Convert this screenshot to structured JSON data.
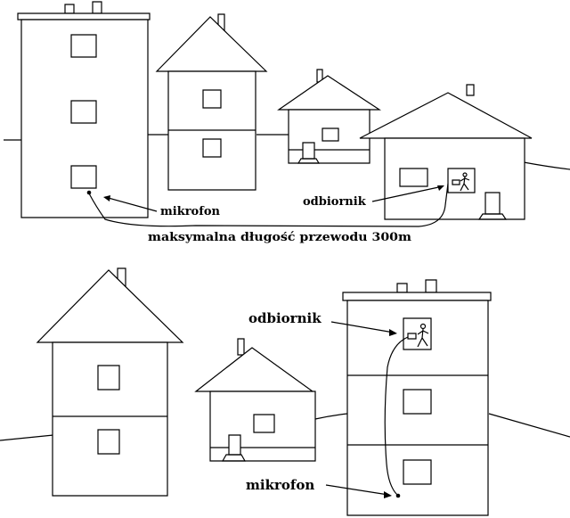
{
  "top_scene": {
    "microphone_label": "mikrofon",
    "receiver_label": "odbiornik",
    "caption": "maksymalna długość przewodu 300m"
  },
  "bottom_scene": {
    "receiver_label": "odbiornik",
    "microphone_label": "mikrofon"
  }
}
